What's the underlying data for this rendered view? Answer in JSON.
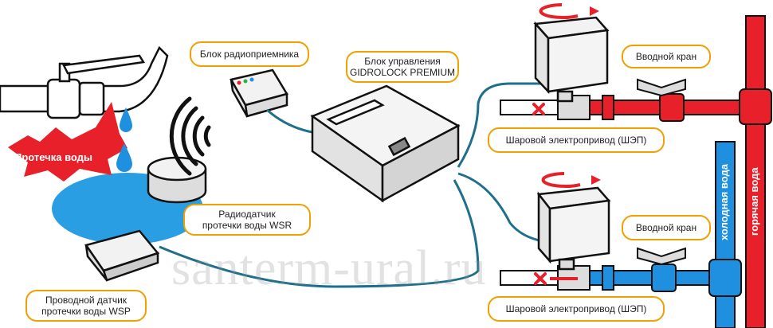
{
  "labels": {
    "radio_receiver": "Блок радиоприемника",
    "control_unit_line1": "Блок управления",
    "control_unit_line2": "GIDROLOCK PREMIUM",
    "inlet_valve_top": "Вводной кран",
    "inlet_valve_bottom": "Вводной кран",
    "actuator_top": "Шаровой электропривод (ШЭП)",
    "actuator_bottom": "Шаровой электропривод (ШЭП)",
    "radio_sensor_line1": "Радиодатчик",
    "radio_sensor_line2": "протечки воды WSR",
    "wired_sensor_line1": "Проводной датчик",
    "wired_sensor_line2": "протечки воды WSP",
    "leak": "Протечка воды",
    "cold_water": "холодная вода",
    "hot_water": "горячая вода",
    "watermark": "santerm-ural.ru"
  },
  "colors": {
    "hot_pipe": "#e8202a",
    "cold_pipe": "#1f8fe0",
    "callout_border": "#f0a000",
    "cable": "#1e6f8a",
    "puddle": "#2a9ee2",
    "leak_burst": "#e8202a"
  },
  "icons": {
    "rotation_arrow": "rotate-arrow-icon",
    "blocked_flow": "x-mark-icon",
    "wireless": "wifi-signal-icon"
  }
}
